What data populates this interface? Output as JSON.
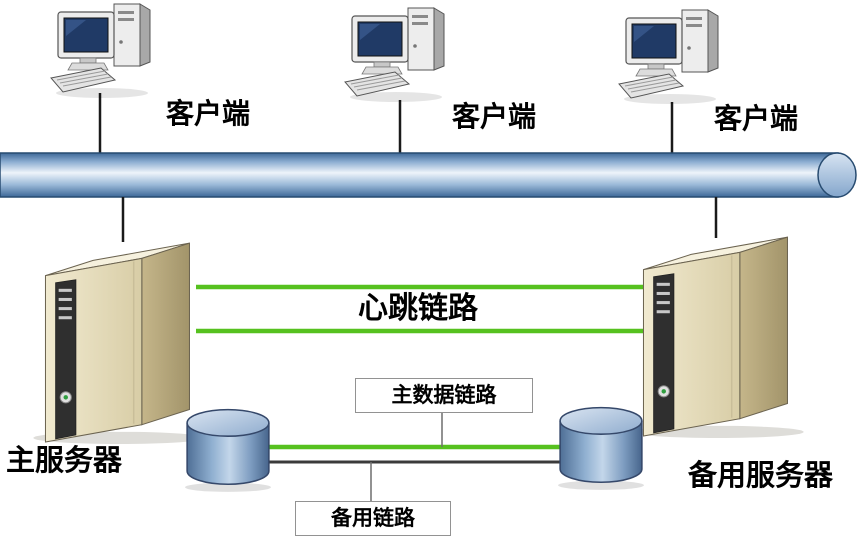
{
  "clients": [
    {
      "label": "客户端"
    },
    {
      "label": "客户端"
    },
    {
      "label": "客户端"
    }
  ],
  "servers": {
    "primary_label": "主服务器",
    "backup_label": "备用服务器"
  },
  "links": {
    "heartbeat_label": "心跳链路",
    "primary_data_label": "主数据链路",
    "backup_label": "备用链路"
  },
  "colors": {
    "heartbeat_green": "#56c11f",
    "bus_blue": "#7096c2",
    "backup_line_dark": "#3b3b3b",
    "server_beige": "#e9e1c0",
    "cylinder_blue": "#7e9dc1"
  }
}
